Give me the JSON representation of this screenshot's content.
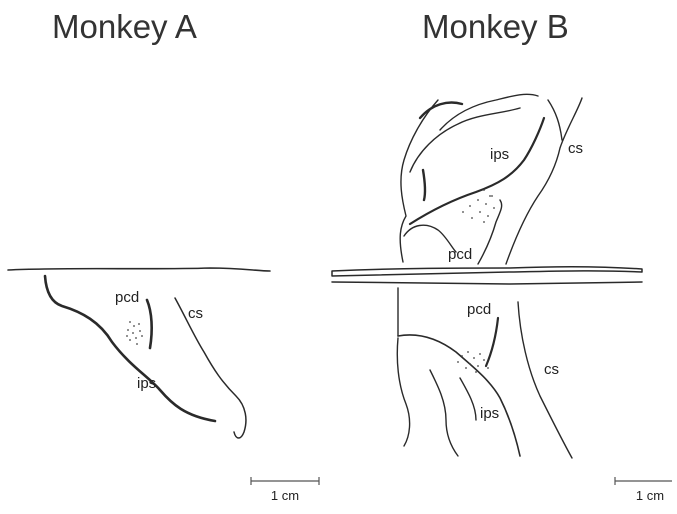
{
  "panels": {
    "a": {
      "title": "Monkey A",
      "labels": {
        "pcd": "pcd",
        "cs": "cs",
        "ips": "ips"
      },
      "scale_bar": "1 cm"
    },
    "b": {
      "title": "Monkey B",
      "labels": {
        "ips_upper": "ips",
        "cs_upper": "cs",
        "pcd_upper": "pcd",
        "pcd_lower": "pcd",
        "cs_lower": "cs",
        "ips_lower": "ips"
      },
      "scale_bar": "1 cm"
    }
  },
  "colors": {
    "line": "#2a2a2a",
    "text": "#222222",
    "dots": "#444444"
  }
}
